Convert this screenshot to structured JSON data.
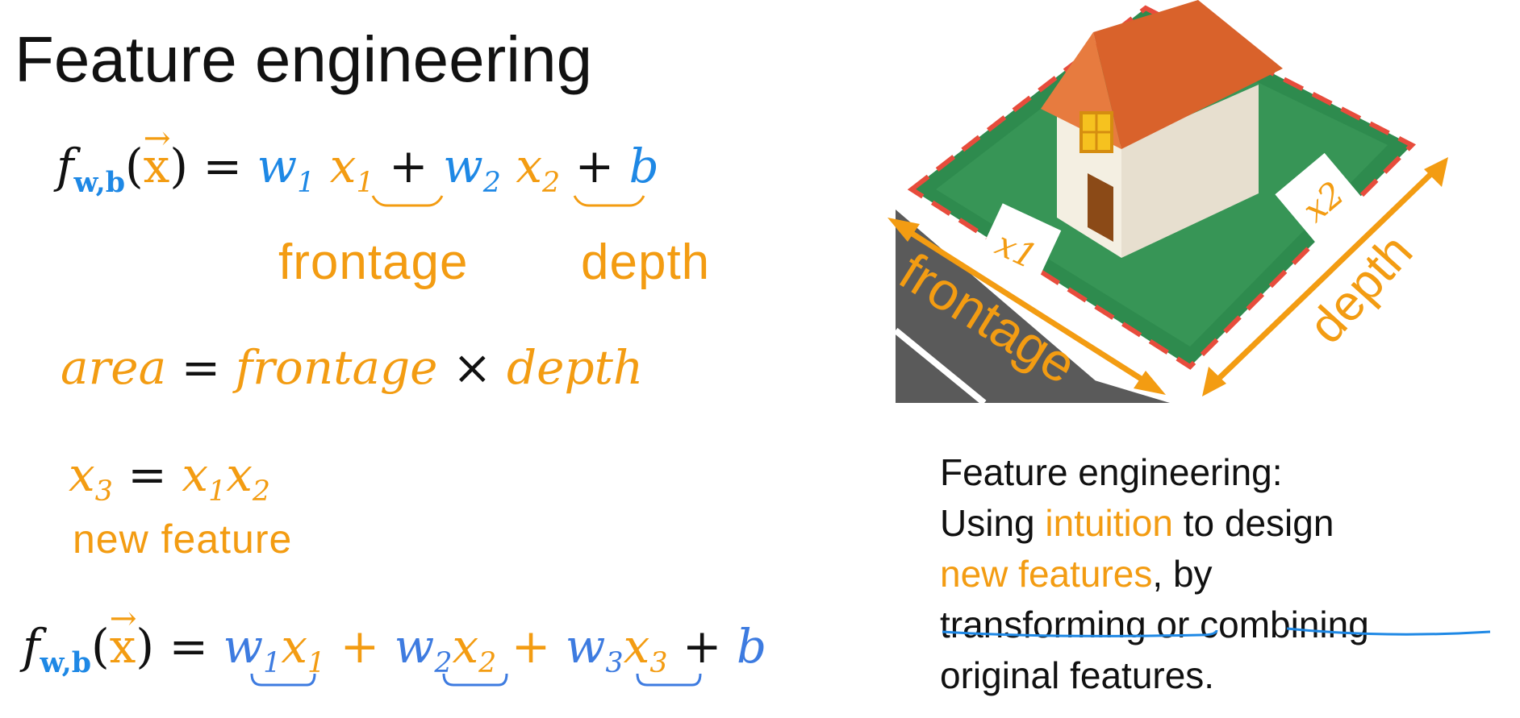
{
  "title": "Feature engineering",
  "eq1": {
    "f": "f",
    "sub": "w,b",
    "open": "(",
    "x": "x",
    "close": ")",
    "eqsign": "=",
    "w1": "w",
    "w1sub": "1",
    "x1": "x",
    "x1sub": "1",
    "plus1": "+",
    "w2": "w",
    "w2sub": "2",
    "x2": "x",
    "x2sub": "2",
    "plus2": "+",
    "b": "b"
  },
  "hand_labels": {
    "frontage": "frontage",
    "depth": "depth",
    "new_feature": "new feature"
  },
  "area_eq": {
    "area": "area",
    "eq": "=",
    "frontage": "frontage",
    "times": "×",
    "depth": "depth"
  },
  "x3_eq": {
    "x3": "x",
    "x3sub": "3",
    "eq": "=",
    "x1": "x",
    "x1sub": "1",
    "x2": "x",
    "x2sub": "2"
  },
  "eq2": {
    "f": "f",
    "sub": "w,b",
    "open": "(",
    "x": "x",
    "close": ")",
    "eqsign": "=",
    "w1": "w",
    "w1sub": "1",
    "x1": "x",
    "x1sub": "1",
    "plus1": "+",
    "w2": "w",
    "w2sub": "2",
    "x2": "x",
    "x2sub": "2",
    "plus2": "+",
    "w3": "w",
    "w3sub": "3",
    "x3": "x",
    "x3sub": "3",
    "plus3": "+",
    "b": "b"
  },
  "illustration": {
    "label_x1": "x1",
    "label_x2": "x2",
    "label_frontage": "frontage",
    "label_depth": "depth"
  },
  "note": {
    "line1": "Feature engineering:",
    "line2_a": "Using ",
    "line2_b": "intuition",
    "line2_c": " to design",
    "line3_a": "new features",
    "line3_b": ", by",
    "line4_a": "transforming",
    "line4_b": " or ",
    "line4_c": "combining",
    "line5": "original features."
  },
  "colors": {
    "blue": "#1e88e5",
    "orange": "#f39c12",
    "black": "#111111",
    "red_dash": "#e74c3c",
    "grass": "#2e8b4e",
    "roof": "#d9622b"
  }
}
